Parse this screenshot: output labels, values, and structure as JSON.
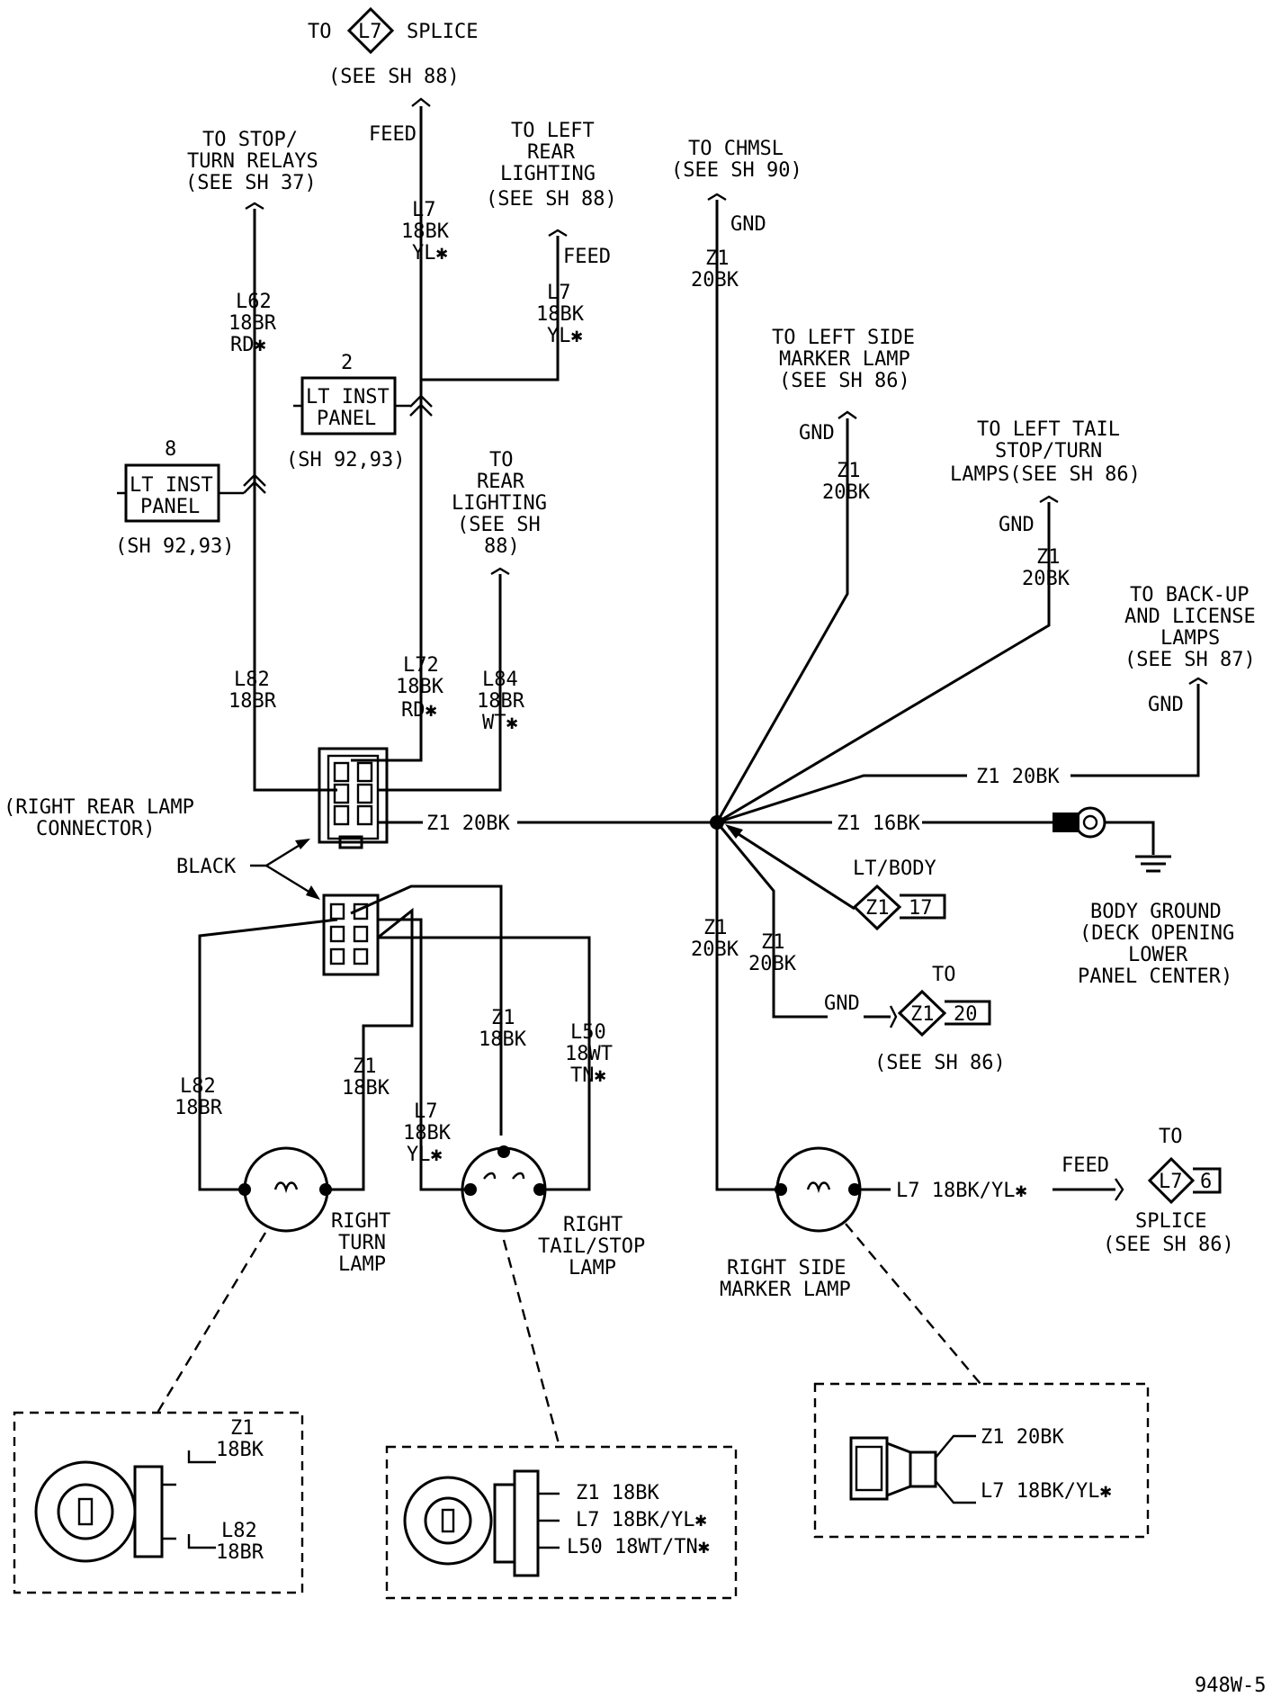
{
  "labels": {
    "splice_top_to": "TO",
    "splice_top_id": "L7",
    "splice_top_word": "SPLICE",
    "splice_top_ref": "(SEE SH 88)",
    "feed_top": "FEED",
    "l7_a_1": "L7",
    "l7_a_2": "18BK",
    "l7_a_3": "YL✱",
    "stop_turn_1": "TO STOP/",
    "stop_turn_2": "TURN RELAYS",
    "stop_turn_3": "(SEE SH 37)",
    "l62_1": "L62",
    "l62_2": "18BR",
    "l62_3": "RD✱",
    "left_rear_1": "TO LEFT",
    "left_rear_2": "REAR",
    "left_rear_3": "LIGHTING",
    "left_rear_4": "(SEE SH 88)",
    "feed_lr": "FEED",
    "l7_b_1": "L7",
    "l7_b_2": "18BK",
    "l7_b_3": "YL✱",
    "chmsl_1": "TO CHMSL",
    "chmsl_2": "(SEE SH 90)",
    "gnd_chmsl": "GND",
    "z1_chmsl_1": "Z1",
    "z1_chmsl_2": "20BK",
    "panel2_num": "2",
    "panel2_1": "LT INST",
    "panel2_2": "PANEL",
    "panel2_ref": "(SH 92,93)",
    "panel8_num": "8",
    "panel8_1": "LT INST",
    "panel8_2": "PANEL",
    "panel8_ref": "(SH 92,93)",
    "side_marker_1": "TO LEFT SIDE",
    "side_marker_2": "MARKER LAMP",
    "side_marker_3": "(SEE SH 86)",
    "gnd_sm": "GND",
    "z1_sm_1": "Z1",
    "z1_sm_2": "20BK",
    "tail_1": "TO LEFT TAIL",
    "tail_2": "STOP/TURN",
    "tail_3": "LAMPS(SEE SH 86)",
    "gnd_tail": "GND",
    "z1_tail_1": "Z1",
    "z1_tail_2": "20BK",
    "rear_light_1": "TO",
    "rear_light_2": "REAR",
    "rear_light_3": "LIGHTING",
    "rear_light_4": "(SEE SH",
    "rear_light_5": "88)",
    "backup_1": "TO BACK-UP",
    "backup_2": "AND LICENSE",
    "backup_3": "LAMPS",
    "backup_4": "(SEE SH 87)",
    "gnd_backup": "GND",
    "l82_top_1": "L82",
    "l82_top_2": "18BR",
    "l72_1": "L72",
    "l72_2": "18BK",
    "l72_3": "RD✱",
    "l84_1": "L84",
    "l84_2": "18BR",
    "l84_3": "WT✱",
    "z1_backup": "Z1 20BK",
    "conn_1": "(RIGHT REAR LAMP",
    "conn_2": "CONNECTOR)",
    "z1_conn": "Z1 20BK",
    "z1_ground": "Z1 16BK",
    "black": "BLACK",
    "lt_body": "LT/BODY",
    "lt_body_id": "Z1",
    "lt_body_num": "17",
    "body_ground_1": "BODY GROUND",
    "body_ground_2": "(DECK OPENING",
    "body_ground_3": "LOWER",
    "body_ground_4": "PANEL CENTER)",
    "z1_v1_1": "Z1",
    "z1_v1_2": "20BK",
    "z1_v2_1": "Z1",
    "z1_v2_2": "20BK",
    "gnd_20": "GND",
    "to_20": "TO",
    "z1_20_id": "Z1",
    "z1_20_num": "20",
    "see_86_a": "(SEE SH 86)",
    "z1_18_1": "Z1",
    "z1_18_2": "18BK",
    "l50_1": "L50",
    "l50_2": "18WT",
    "l50_3": "TN✱",
    "l82_bot_1": "L82",
    "l82_bot_2": "18BR",
    "z1_turn_1": "Z1",
    "z1_turn_2": "18BK",
    "l7_c_1": "L7",
    "l7_c_2": "18BK",
    "l7_c_3": "YL✱",
    "turn_lamp_1": "RIGHT",
    "turn_lamp_2": "TURN",
    "turn_lamp_3": "LAMP",
    "tail_lamp_1": "RIGHT",
    "tail_lamp_2": "TAIL/STOP",
    "tail_lamp_3": "LAMP",
    "side_lamp_1": "RIGHT SIDE",
    "side_lamp_2": "MARKER LAMP",
    "l7_marker": "L7 18BK/YL✱",
    "feed_marker": "FEED",
    "to_splice6": "TO",
    "splice6_id": "L7",
    "splice6_num": "6",
    "splice6_1": "SPLICE",
    "splice6_2": "(SEE SH 86)",
    "box1_z1_1": "Z1",
    "box1_z1_2": "18BK",
    "box1_l82_1": "L82",
    "box1_l82_2": "18BR",
    "box2_1": "Z1 18BK",
    "box2_2": "L7 18BK/YL✱",
    "box2_3": "L50 18WT/TN✱",
    "box3_1": "Z1 20BK",
    "box3_2": "L7 18BK/YL✱",
    "page_id": "948W-5"
  }
}
